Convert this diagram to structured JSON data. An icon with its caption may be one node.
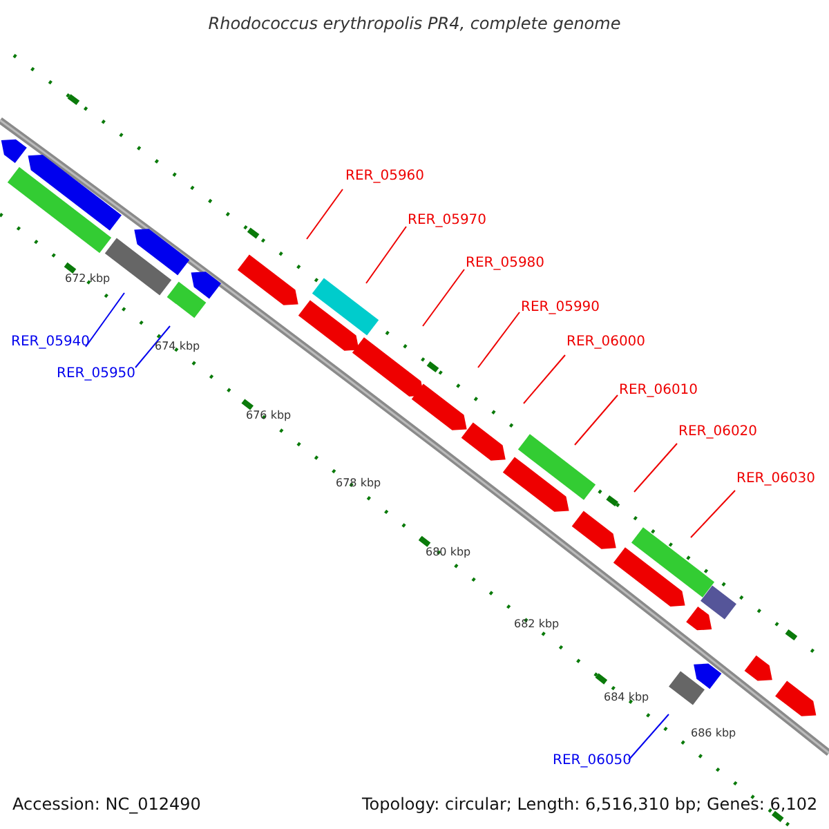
{
  "diagram": {
    "title": "Rhodococcus erythropolis PR4, complete genome",
    "nodes": [
      {
        "text": [
          "RER_05940"
        ]
      },
      {
        "text": [
          "RER_05950"
        ]
      },
      {
        "text": [
          "RER_05960"
        ]
      },
      {
        "text": [
          "RER_05970"
        ]
      },
      {
        "text": [
          "RER_05980"
        ]
      },
      {
        "text": [
          "RER_05990"
        ]
      },
      {
        "text": [
          "RER_06000"
        ]
      },
      {
        "text": [
          "RER_06010"
        ]
      },
      {
        "text": [
          "RER_06020"
        ]
      },
      {
        "text": [
          "RER_06030"
        ]
      },
      {
        "text": [
          "RER_06050"
        ]
      }
    ],
    "edges": [
      {
        "from": 0,
        "to": null,
        "arrow": "none",
        "color": "#0000ee"
      },
      {
        "from": 1,
        "to": null,
        "arrow": "none",
        "color": "#0000ee"
      },
      {
        "from": 2,
        "to": null,
        "arrow": "none"
      },
      {
        "from": 3,
        "to": null,
        "arrow": "none"
      },
      {
        "from": 4,
        "to": null,
        "arrow": "none"
      },
      {
        "from": 5,
        "to": null,
        "arrow": "none"
      },
      {
        "from": 6,
        "to": null,
        "arrow": "none"
      },
      {
        "from": 7,
        "to": null,
        "arrow": "none"
      },
      {
        "from": 8,
        "to": null,
        "arrow": "none"
      },
      {
        "from": 9,
        "to": null,
        "arrow": "none"
      },
      {
        "from": 10,
        "to": null,
        "arrow": "none",
        "color": "#0000ee"
      }
    ],
    "labels": [
      "672 kbp",
      "674 kbp",
      "676 kbp",
      "678 kbp",
      "680 kbp",
      "682 kbp",
      "684 kbp",
      "686 kbp",
      "Accession: NC_012490",
      "Topology: circular; Length: 6,516,310 bp; Genes: 6,102"
    ]
  }
}
